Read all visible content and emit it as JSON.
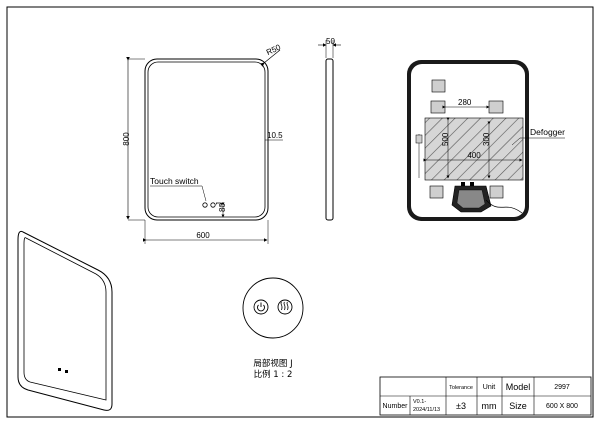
{
  "front_view": {
    "corner_radius_label": "R50",
    "height_label": "800",
    "width_label": "600",
    "offset_label": "10.5",
    "switch_offset_label": "80",
    "switch_marker": "J",
    "touch_switch_label": "Touch switch"
  },
  "side_view": {
    "thickness_label": "50"
  },
  "back_view": {
    "bracket_spacing_label": "280",
    "defogger_label": "Defogger",
    "defogger_width_label": "400",
    "defogger_height_left_label": "500",
    "defogger_height_right_label": "300"
  },
  "detail_view": {
    "title": "局部视图 J",
    "scale": "比例 1 : 2"
  },
  "title_block": {
    "tolerance_header": "Tolerance",
    "unit_header": "Unit",
    "model_header": "Model",
    "model_value": "2997",
    "number_header": "Number",
    "number_value_line1": "V0.1-",
    "number_value_line2": "2024/11/13",
    "tolerance_value": "±3",
    "unit_value": "mm",
    "size_header": "Size",
    "size_value": "600 X 800"
  },
  "colors": {
    "line": "#000000",
    "back_panel": "#1a1a1a",
    "hatch_fill": "#c8c8c8",
    "bracket_fill": "#cfcfcf"
  }
}
